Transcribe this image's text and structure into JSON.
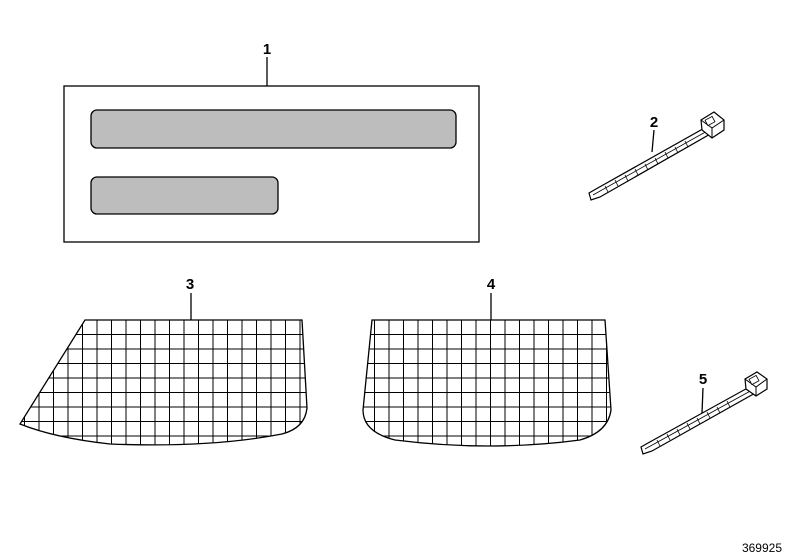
{
  "callouts": {
    "c1": "1",
    "c2": "2",
    "c3": "3",
    "c4": "4",
    "c5": "5"
  },
  "diagram_code": "369925",
  "parts": [
    {
      "id": "1",
      "name": "label-sheet-icon"
    },
    {
      "id": "2",
      "name": "cable-tie-icon"
    },
    {
      "id": "3",
      "name": "cargo-net-icon"
    },
    {
      "id": "4",
      "name": "cargo-net-icon"
    },
    {
      "id": "5",
      "name": "cable-tie-icon"
    }
  ],
  "colors": {
    "line": "#000000",
    "label_fill": "#bdbdbd",
    "background": "#ffffff"
  }
}
